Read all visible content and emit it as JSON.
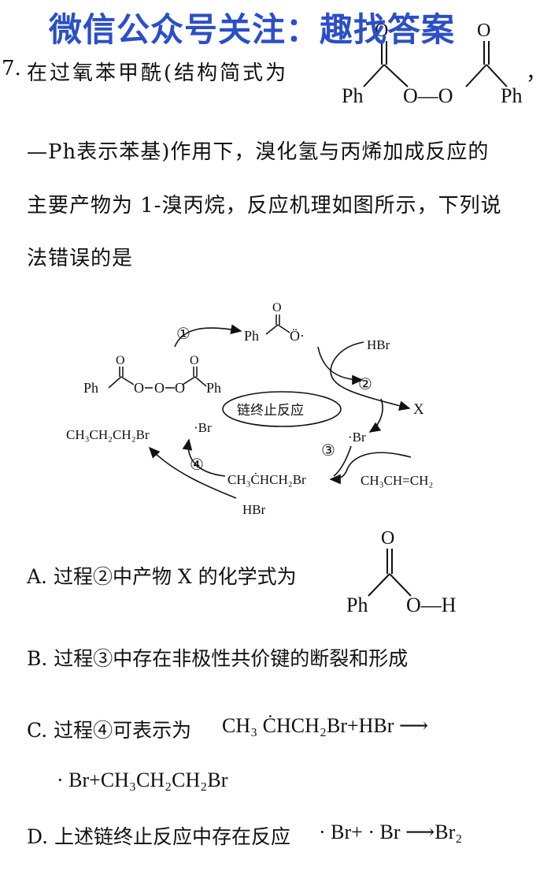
{
  "watermark": "微信公众号关注：趣找答案",
  "question": {
    "number": "7.",
    "line1": "在过氧苯甲酰(结构简式为",
    "line1_end": "，",
    "line2": "—Ph表示苯基)作用下，溴化氢与丙烯加成反应的",
    "line3": "主要产物为 1-溴丙烷，反应机理如图所示，下列说",
    "line4": "法错误的是"
  },
  "peroxide": {
    "o_top": "O",
    "o_bridge": "O—O",
    "ph": "Ph"
  },
  "mechanism": {
    "step1": "①",
    "step2": "②",
    "step3": "③",
    "step4": "④",
    "ph": "Ph",
    "o": "O",
    "o_radical": "Ö·",
    "hbr": "HBr",
    "x": "X",
    "br_radical": "·Br",
    "chain_termination": "链终止反应",
    "product_main": "CH₃CH₂CH₂Br",
    "product_radical_dot": "·Br",
    "intermediate": "CH₃ĊHCH₂Br",
    "propene": "CH₃CH=CH₂",
    "hbr2": "HBr"
  },
  "options": {
    "a_text": "A. 过程②中产物 X 的化学式为",
    "a_o": "O",
    "a_ph": "Ph",
    "a_oh": "O—H",
    "b_text": "B. 过程③中存在非极性共价键的断裂和形成",
    "c_text": "C. 过程④可表示为",
    "c_eq": "CH₃ ĊHCH₂Br+HBr ⟶",
    "c_line2": "· Br+CH₃CH₂CH₂Br",
    "d_text": "D. 上述链终止反应中存在反应",
    "d_eq": "· Br+ · Br ⟶Br₂"
  }
}
